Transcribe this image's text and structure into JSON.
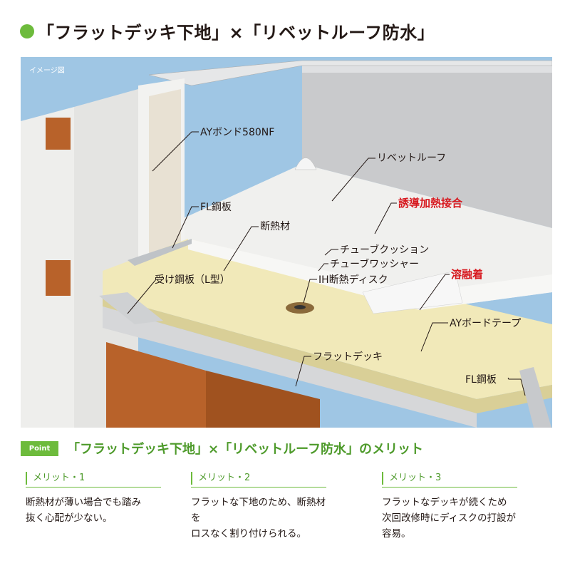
{
  "title": {
    "text": "「フラットデッキ下地」×「リベットルーフ防水」",
    "bullet_color": "#6dbb3c"
  },
  "figure": {
    "image_label": "イメージ図",
    "labels": {
      "ay_bond": "AYボンド580NF",
      "rivet_roof": "リベットルーフ",
      "fl_plate_top": "FL鋼板",
      "insulation": "断熱材",
      "induction_joint": "誘導加熱接合",
      "tube_cushion": "チューブクッション",
      "tube_washer": "チューブワッシャー",
      "ih_disk": "IH断熱ディスク",
      "l_plate": "受け鋼板（L型）",
      "fusion": "溶融着",
      "ay_board_tape": "AYボードテープ",
      "flat_deck": "フラットデッキ",
      "fl_plate_bottom": "FL鋼板"
    },
    "colors": {
      "sky": "#9fc6e4",
      "emphasis_label": "#d7191f",
      "steel_beam": "#b8622a",
      "insulation": "#f1e9b9",
      "membrane": "#f0f0ee"
    }
  },
  "point": {
    "badge": "Point",
    "text": "「フラットデッキ下地」×「リベットルーフ防水」のメリット"
  },
  "merits": [
    {
      "heading": "メリット・1",
      "lines": [
        "断熱材が薄い場合でも踏み",
        "抜く心配が少ない。"
      ]
    },
    {
      "heading": "メリット・2",
      "lines": [
        "フラットな下地のため、断熱材を",
        "ロスなく割り付けられる。"
      ]
    },
    {
      "heading": "メリット・3",
      "lines": [
        "フラットなデッキが続くため",
        "次回改修時にディスクの打設が容易。"
      ]
    }
  ]
}
